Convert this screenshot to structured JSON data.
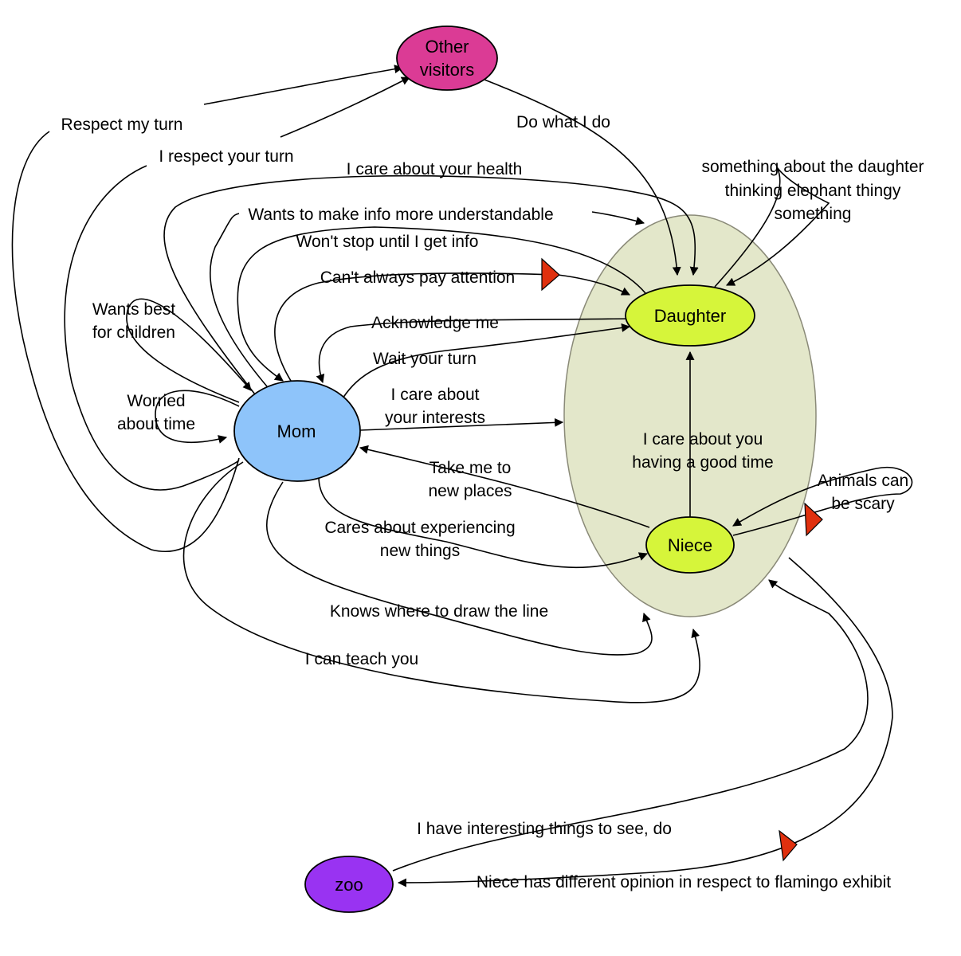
{
  "colors": {
    "other_visitors": "#db3b95",
    "daughter": "#d6f53a",
    "niece": "#d6f53a",
    "mom": "#8ec4fa",
    "zoo": "#9933f2",
    "group": "#e3e7ca",
    "conflict_marker": "#e0300e"
  },
  "nodes": {
    "other_visitors": [
      "Other",
      "visitors"
    ],
    "daughter": "Daughter",
    "mom": "Mom",
    "niece": "Niece",
    "zoo": "zoo"
  },
  "edges": {
    "respect_my_turn": "Respect my turn",
    "i_respect_your_turn": "I respect your turn",
    "do_what_i_do": "Do what I do",
    "care_health": "I care about your health",
    "something_daughter": [
      "something about the daughter",
      "thinking elephant thingy",
      "something"
    ],
    "info_understandable": "Wants to make info more understandable",
    "wont_stop": "Won't stop until I get info",
    "cant_pay_attention": "Can't always pay attention",
    "wants_best": [
      "Wants best",
      "for children"
    ],
    "acknowledge_me": "Acknowledge me",
    "wait_your_turn": "Wait your turn",
    "worried_time": [
      "Worried",
      "about time"
    ],
    "care_interests": [
      "I care about",
      "your interests"
    ],
    "care_good_time": [
      "I care about you",
      "having a good time"
    ],
    "take_new_places": [
      "Take me to",
      "new places"
    ],
    "animals_scary": [
      "Animals can",
      "be scary"
    ],
    "cares_experiencing": [
      "Cares about experiencing",
      "new things"
    ],
    "draw_line": "Knows where to draw the line",
    "teach_you": "I can teach you",
    "interesting_things": "I have interesting things to see, do",
    "flamingo": "Niece has different opinion in respect to flamingo exhibit"
  }
}
